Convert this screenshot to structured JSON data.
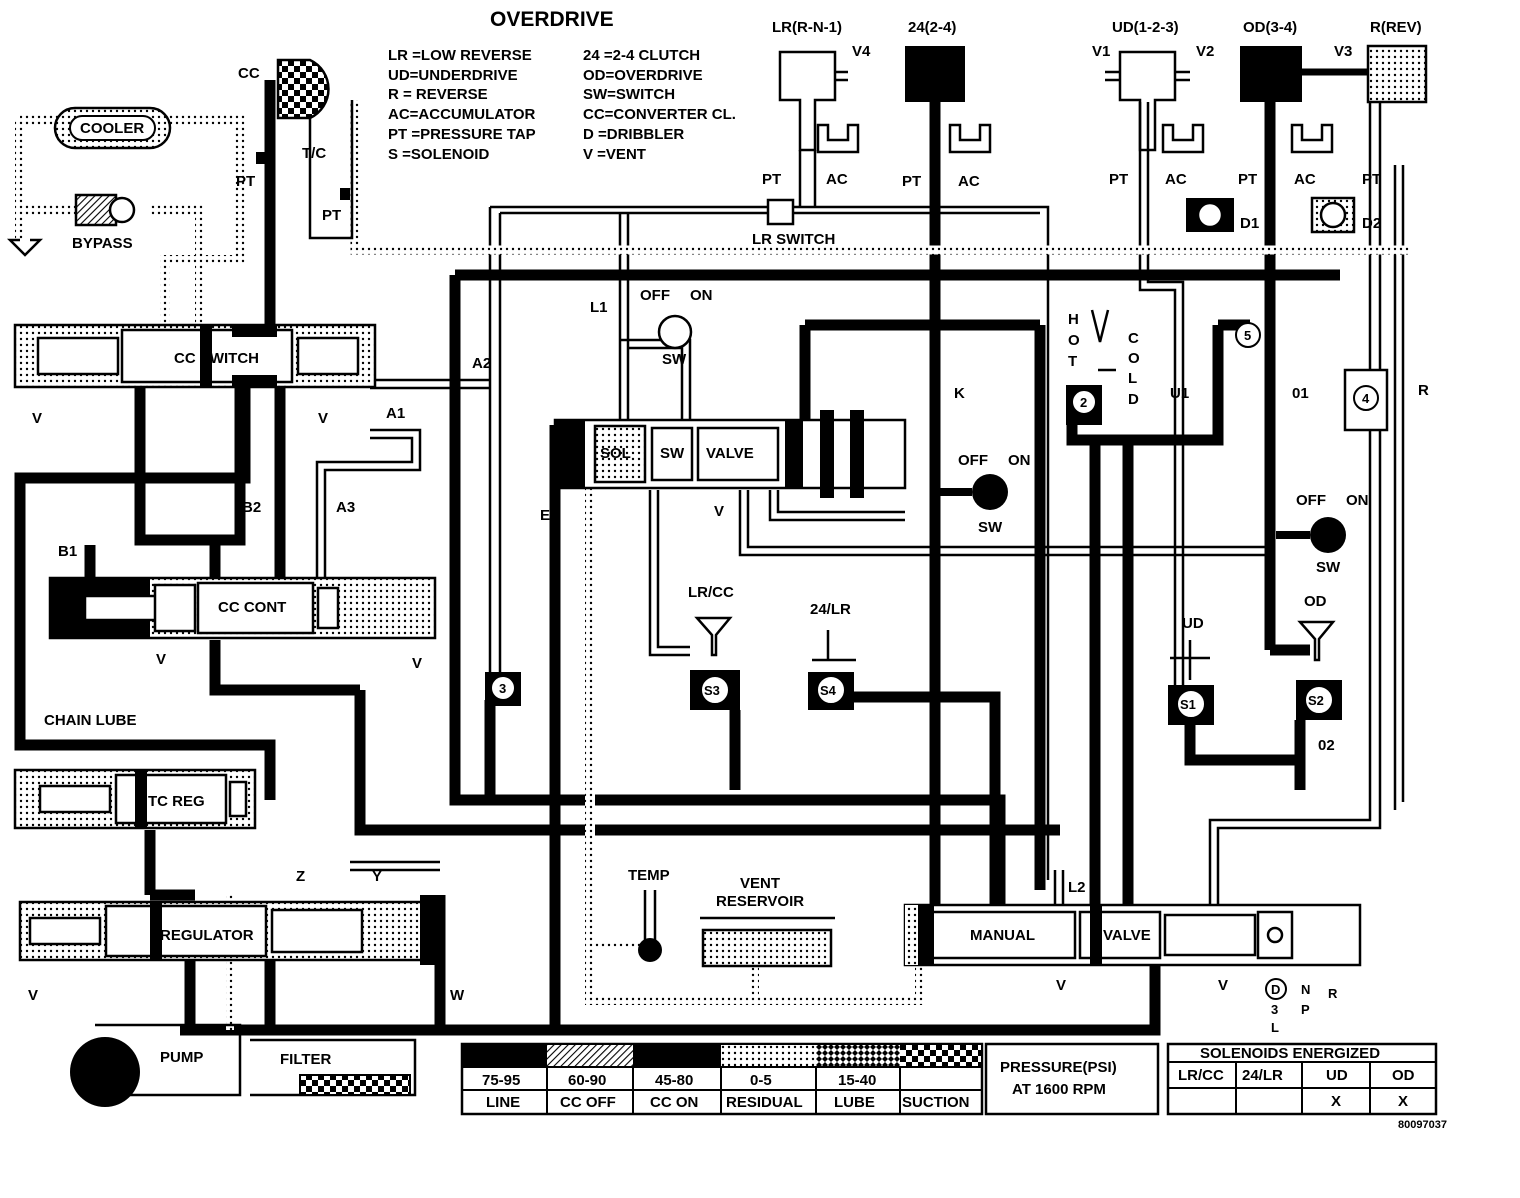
{
  "title": "OVERDRIVE",
  "legend_abbrev": [
    "LR =LOW REVERSE",
    "UD=UNDERDRIVE",
    "R  = REVERSE",
    "AC=ACCUMULATOR",
    "PT =PRESSURE TAP",
    "S  =SOLENOID",
    "24 =2-4 CLUTCH",
    "OD=OVERDRIVE",
    "SW=SWITCH",
    "CC=CONVERTER CL.",
    "D  =DRIBBLER",
    "V  =VENT"
  ],
  "clutches": {
    "lr": "LR(R-N-1)",
    "c24": "24(2-4)",
    "ud": "UD(1-2-3)",
    "od": "OD(3-4)",
    "rev": "R(REV)"
  },
  "labels": {
    "cc": "CC",
    "cooler": "COOLER",
    "bypass": "BYPASS",
    "tc": "T/C",
    "pt": "PT",
    "ac": "AC",
    "v": "V",
    "v1": "V1",
    "v2": "V2",
    "v3": "V3",
    "v4": "V4",
    "d1": "D1",
    "d2": "D2",
    "lr_switch": "LR SWITCH",
    "cc_switch": "CC SWITCH",
    "cc_cont": "CC CONT",
    "sol": "SOL",
    "sw": "SW",
    "valve": "VALVE",
    "off": "OFF",
    "on": "ON",
    "l1": "L1",
    "l2": "L2",
    "a1": "A1",
    "a2": "A2",
    "a3": "A3",
    "b1": "B1",
    "b2": "B2",
    "e": "E",
    "k": "K",
    "u1": "U1",
    "o1": "01",
    "o2": "02",
    "r": "R",
    "hot": "HOT",
    "cold": "COLD",
    "chain_lube": "CHAIN LUBE",
    "tc_reg": "TC REG",
    "t": "T",
    "regulator": "REGULATOR",
    "z": "Z",
    "y": "Y",
    "w": "W",
    "pump": "PUMP",
    "filter": "FILTER",
    "temp": "TEMP",
    "vent_reservoir_1": "VENT",
    "vent_reservoir_2": "RESERVOIR",
    "manual": "MANUAL",
    "lr_cc": "LR/CC",
    "c24_lr": "24/LR",
    "ud_sol": "UD",
    "od_sol": "OD",
    "s1": "S1",
    "s2": "S2",
    "s3": "S3",
    "s4": "S4",
    "n2": "2",
    "n3": "3",
    "n4": "4",
    "n5": "5",
    "dsl_d": "D",
    "dsl_3": "3",
    "dsl_l": "L",
    "dsl_n": "N",
    "dsl_p": "P",
    "dsl_r": "R",
    "figure_id": "80097037"
  },
  "pressure_legend": {
    "title_1": "PRESSURE(PSI)",
    "title_2": "AT 1600 RPM",
    "items": [
      {
        "range": "75-95",
        "name": "LINE"
      },
      {
        "range": "60-90",
        "name": "CC OFF"
      },
      {
        "range": "45-80",
        "name": "CC ON"
      },
      {
        "range": "0-5",
        "name": "RESIDUAL"
      },
      {
        "range": "15-40",
        "name": "LUBE"
      },
      {
        "range": "",
        "name": "SUCTION"
      }
    ]
  },
  "solenoids_table": {
    "title": "SOLENOIDS ENERGIZED",
    "headers": [
      "LR/CC",
      "24/LR",
      "UD",
      "OD"
    ],
    "values": [
      "",
      "",
      "X",
      "X"
    ]
  }
}
